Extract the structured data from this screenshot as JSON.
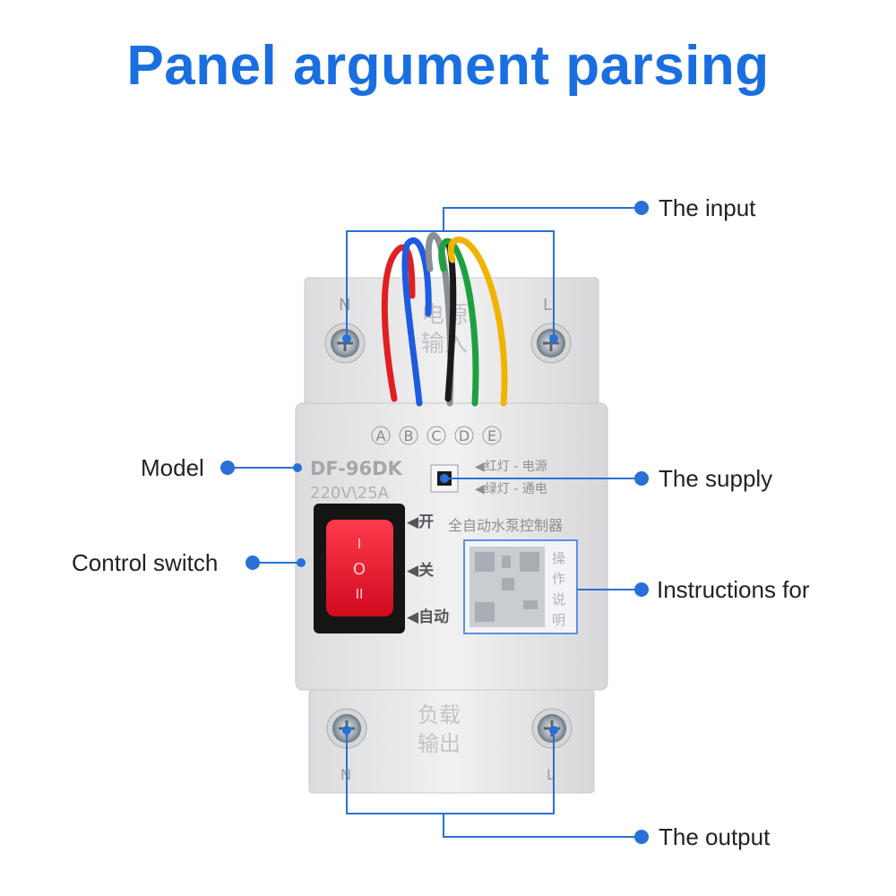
{
  "title": "Panel argument parsing",
  "colors": {
    "title": "#1a6fe0",
    "callout_line": "#2a6fd8",
    "device_body": "#e9e9ea",
    "switch_red": "#e8102a",
    "wire_red": "#e02020",
    "wire_blue": "#1f5be0",
    "wire_black": "#1a1a1a",
    "wire_green": "#1fa040",
    "wire_yellow": "#f0b400"
  },
  "callouts": {
    "input": "The input",
    "model": "Model",
    "supply": "The supply",
    "control_switch": "Control switch",
    "instructions": "Instructions for",
    "output": "The output"
  },
  "device": {
    "top_terminal_left_label": "N",
    "top_terminal_right_label": "L",
    "top_module_label_1": "电源",
    "top_module_label_2": "输入",
    "probe_labels": [
      "A",
      "B",
      "C",
      "D",
      "E"
    ],
    "model_line_1": "DF-96DK",
    "model_line_2": "220V\\25A",
    "indicator_red": "◀红灯 - 电源",
    "indicator_green": "◀绿灯 - 通电",
    "product_name": "全自动水泵控制器",
    "switch_on": "◀开",
    "switch_off": "◀关",
    "switch_auto": "◀自动",
    "switch_symbols": [
      "I",
      "O",
      "II"
    ],
    "qr_side_text": [
      "操",
      "作",
      "说",
      "明"
    ],
    "bottom_label_1": "负载",
    "bottom_label_2": "输出",
    "bottom_terminal_left_label": "N",
    "bottom_terminal_right_label": "L"
  }
}
